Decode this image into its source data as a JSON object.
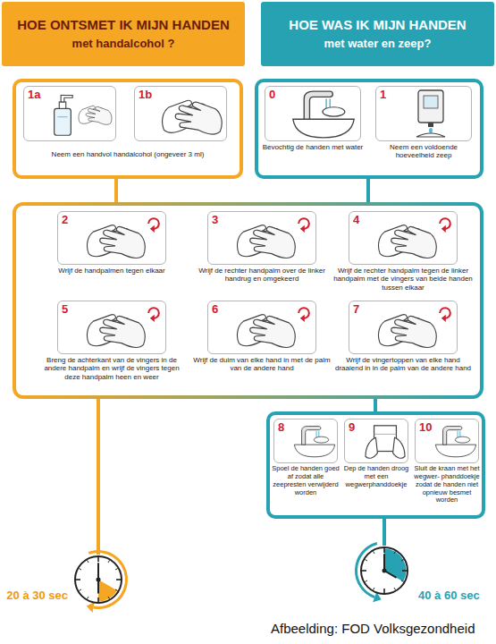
{
  "diagram": {
    "nodes": [
      {
        "text": [
          "HOE ONTSMET IK MIJN HANDEN",
          "met handalcohol ?"
        ]
      },
      {
        "text": [
          "HOE WAS IK MIJN HANDEN",
          "met water en zeep?"
        ]
      },
      {
        "text": [
          "Neem een handvol handalcohol (ongeveer 3 ml)"
        ]
      },
      {
        "text": [
          "1a"
        ],
        "in": 2
      },
      {
        "text": [
          "1b"
        ],
        "in": 2
      },
      {
        "text": []
      },
      {
        "text": [
          "0",
          "Bevochtig de handen met water"
        ],
        "in": 5
      },
      {
        "text": [
          "1",
          "Neem een voldoende hoeveelheid zeep"
        ],
        "in": 5
      },
      {
        "text": []
      },
      {
        "text": [
          "2",
          "Wrijf de handpalmen tegen elkaar"
        ],
        "in": 8
      },
      {
        "text": [
          "3",
          "Wrijf de rechter handpalm over de linker handrug en omgekeerd"
        ],
        "in": 8
      },
      {
        "text": [
          "4",
          "Wrijf de rechter handpalm tegen de linker handpalm met de vingers van beide handen tussen elkaar"
        ],
        "in": 8
      },
      {
        "text": [
          "5",
          "Breng de achterkant van de vingers in de andere handpalm en wrijf de vingers tegen deze handpalm heen en weer"
        ],
        "in": 8
      },
      {
        "text": [
          "6",
          "Wrijf de duim van elke hand in met de palm van de andere hand"
        ],
        "in": 8
      },
      {
        "text": [
          "7",
          "Wrijf de vingertoppen van elke hand draaiend in in de palm van de andere hand"
        ],
        "in": 8
      },
      {
        "text": []
      },
      {
        "text": [
          "8",
          "Spoel de handen goed af zodat alle zeepresten verwijderd worden"
        ],
        "in": 15
      },
      {
        "text": [
          "9",
          "Dep de handen droog met een wegwerphanddoekje"
        ],
        "in": 15
      },
      {
        "text": [
          "10",
          "Sluit de kraan met het wegwer- phanddoekje zodat de handen niet opnieuw besmet worden"
        ],
        "in": 15
      },
      {
        "text": [
          "20 à 30 sec"
        ]
      },
      {
        "text": [
          "40 à 60 sec"
        ]
      }
    ],
    "edges": [
      {
        "from": 2,
        "to": 8,
        "arrow": "none"
      },
      {
        "from": 5,
        "to": 8,
        "arrow": "none"
      },
      {
        "from": 8,
        "to": 19,
        "arrow": "none"
      },
      {
        "from": 8,
        "to": 15,
        "arrow": "none"
      },
      {
        "from": 15,
        "to": 20,
        "arrow": "none"
      }
    ],
    "labels": [
      "Afbeelding: FOD Volksgezondheid"
    ]
  }
}
